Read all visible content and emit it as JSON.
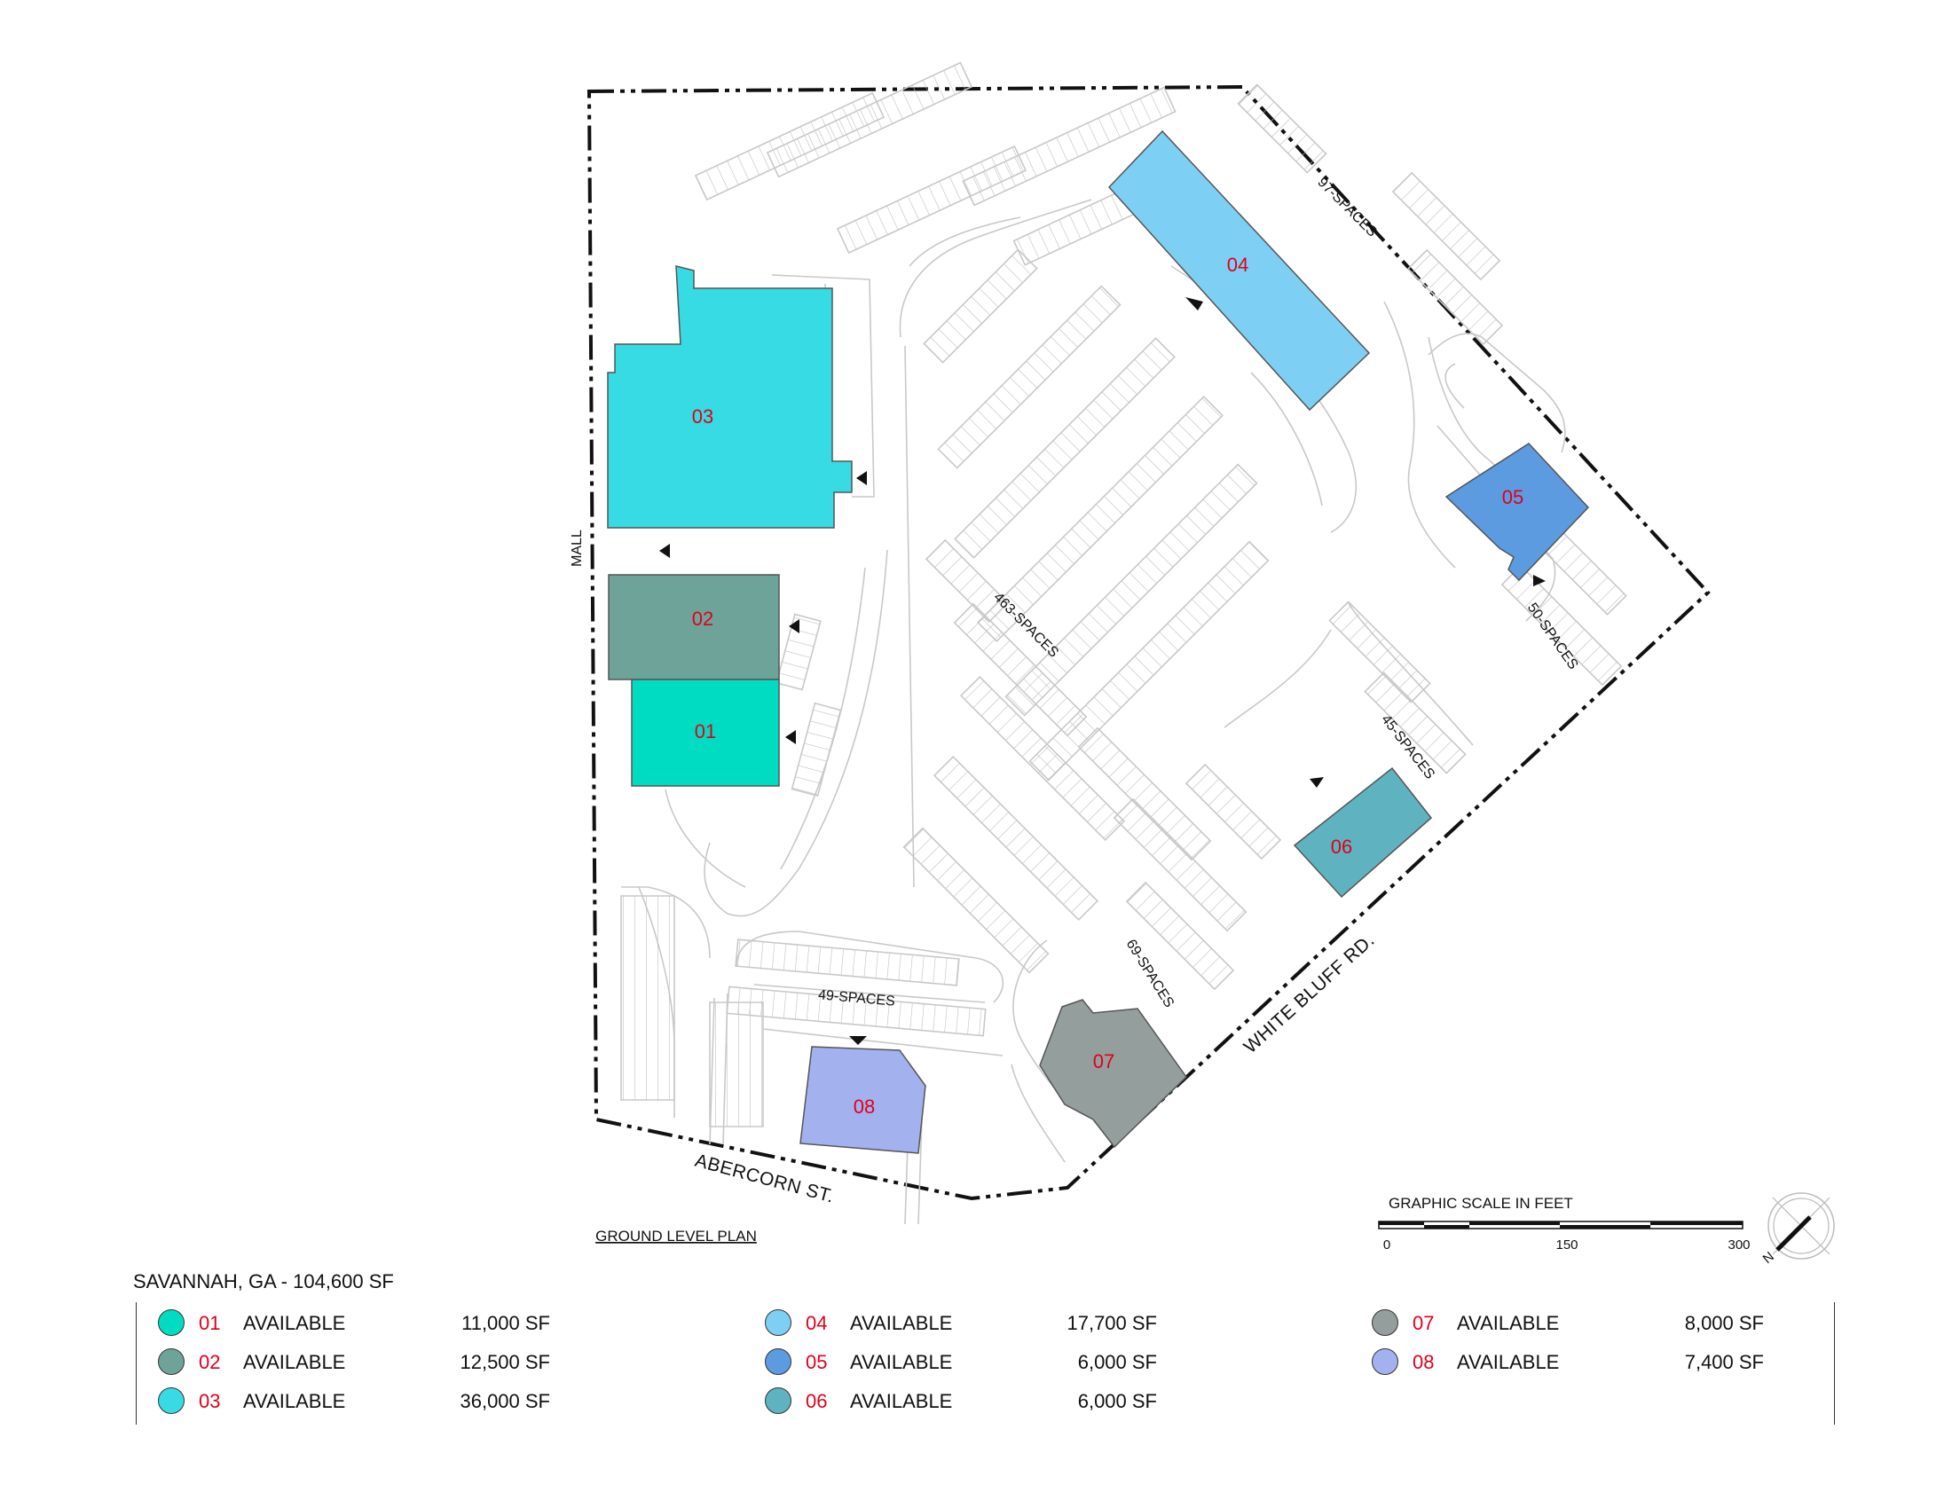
{
  "plan_title": "GROUND LEVEL PLAN",
  "site_summary": "SAVANNAH, GA - 104,600 SF",
  "streets": {
    "mall": "MALL",
    "abercorn": "ABERCORN ST.",
    "white_bluff": "WHITE BLUFF RD."
  },
  "parking_counts": [
    "97-SPACES",
    "463-SPACES",
    "50-SPACES",
    "45-SPACES",
    "69-SPACES",
    "49-SPACES"
  ],
  "scale": {
    "label": "GRAPHIC SCALE IN FEET",
    "ticks": [
      "0",
      "150",
      "300"
    ]
  },
  "north_label": "N",
  "units": [
    {
      "id": "01",
      "status": "AVAILABLE",
      "size": "11,000 SF",
      "color": "#00dcc2"
    },
    {
      "id": "02",
      "status": "AVAILABLE",
      "size": "12,500 SF",
      "color": "#6ea39a"
    },
    {
      "id": "03",
      "status": "AVAILABLE",
      "size": "36,000 SF",
      "color": "#37dbe3"
    },
    {
      "id": "04",
      "status": "AVAILABLE",
      "size": "17,700 SF",
      "color": "#7dcff4"
    },
    {
      "id": "05",
      "status": "AVAILABLE",
      "size": "6,000 SF",
      "color": "#5c9be0"
    },
    {
      "id": "06",
      "status": "AVAILABLE",
      "size": "6,000 SF",
      "color": "#5fb2c0"
    },
    {
      "id": "07",
      "status": "AVAILABLE",
      "size": "8,000 SF",
      "color": "#949e9c"
    },
    {
      "id": "08",
      "status": "AVAILABLE",
      "size": "7,400 SF",
      "color": "#a3b1ee"
    }
  ]
}
